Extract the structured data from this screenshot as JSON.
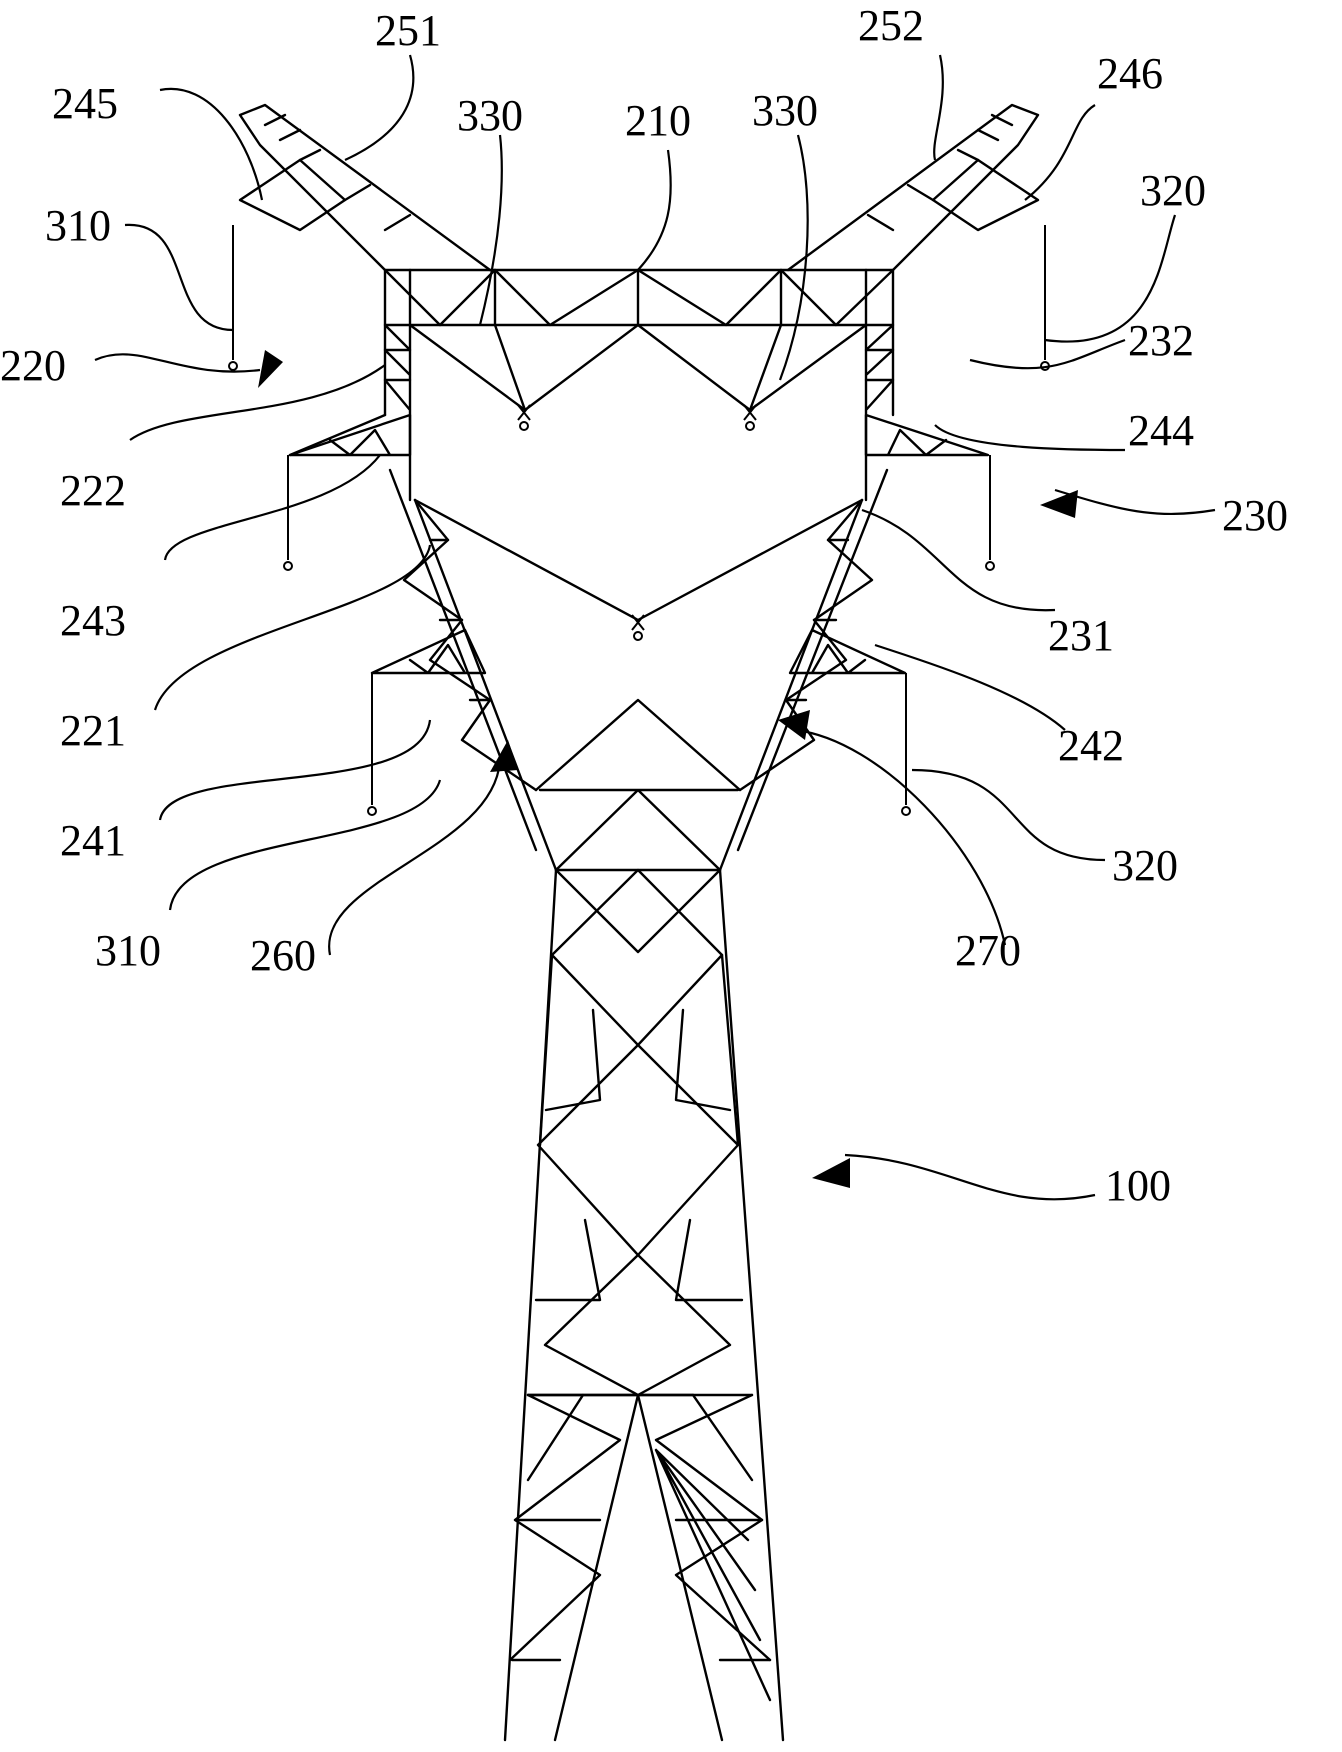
{
  "labels": {
    "l251": "251",
    "l252": "252",
    "l245": "245",
    "l246": "246",
    "l330a": "330",
    "l210": "210",
    "l330b": "330",
    "l310a": "310",
    "l320a": "320",
    "l220": "220",
    "l232": "232",
    "l222": "222",
    "l244": "244",
    "l230": "230",
    "l243": "243",
    "l231": "231",
    "l221": "221",
    "l242": "242",
    "l241": "241",
    "l320b": "320",
    "l310b": "310",
    "l260": "260",
    "l270": "270",
    "l100": "100"
  }
}
